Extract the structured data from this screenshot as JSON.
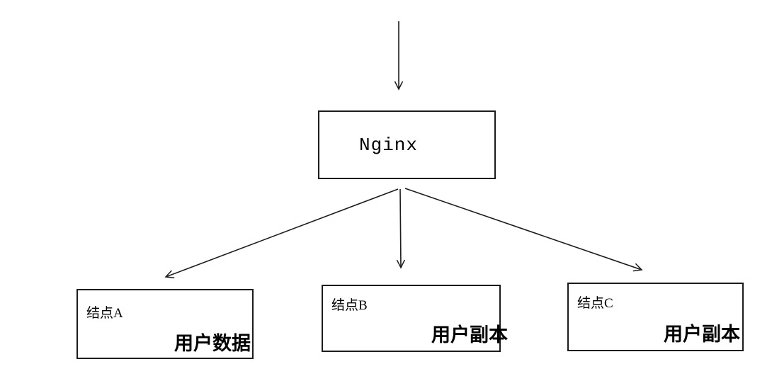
{
  "diagram": {
    "nginx": {
      "label": "Nginx"
    },
    "nodes": [
      {
        "name": "结点A",
        "payload": "用户数据"
      },
      {
        "name": "结点B",
        "payload": "用户副本"
      },
      {
        "name": "结点C",
        "payload": "用户副本"
      }
    ],
    "colors": {
      "line": "#1c1c1c",
      "background": "#ffffff",
      "text": "#000000"
    }
  }
}
